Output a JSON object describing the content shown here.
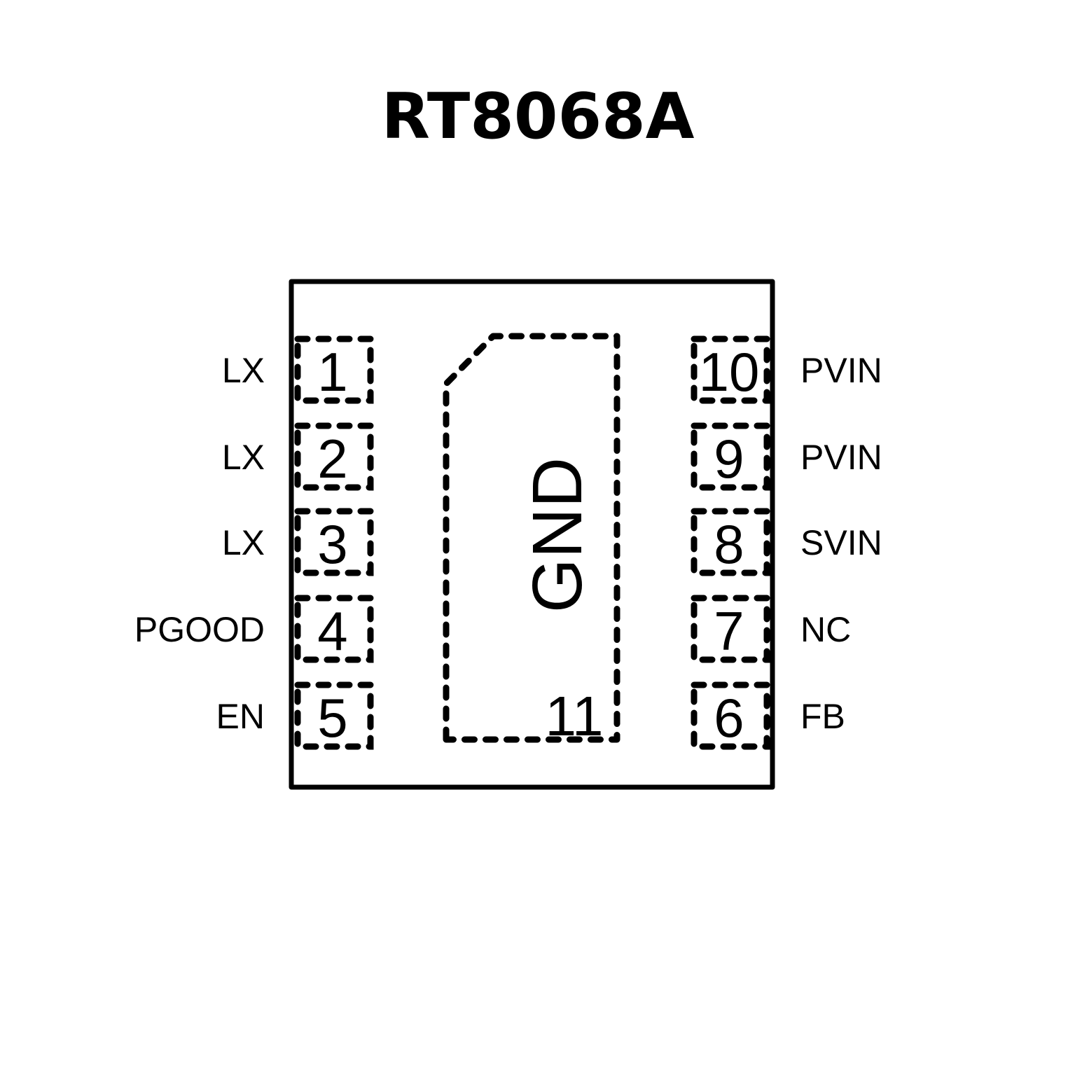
{
  "title": "RT8068A",
  "colors": {
    "ink": "#000000",
    "background": "#ffffff"
  },
  "exposed_pad": {
    "number": "11",
    "name": "GND"
  },
  "left_pins": [
    {
      "number": "1",
      "name": "LX"
    },
    {
      "number": "2",
      "name": "LX"
    },
    {
      "number": "3",
      "name": "LX"
    },
    {
      "number": "4",
      "name": "PGOOD"
    },
    {
      "number": "5",
      "name": "EN"
    }
  ],
  "right_pins": [
    {
      "number": "10",
      "name": "PVIN"
    },
    {
      "number": "9",
      "name": "PVIN"
    },
    {
      "number": "8",
      "name": "SVIN"
    },
    {
      "number": "7",
      "name": "NC"
    },
    {
      "number": "6",
      "name": "FB"
    }
  ]
}
